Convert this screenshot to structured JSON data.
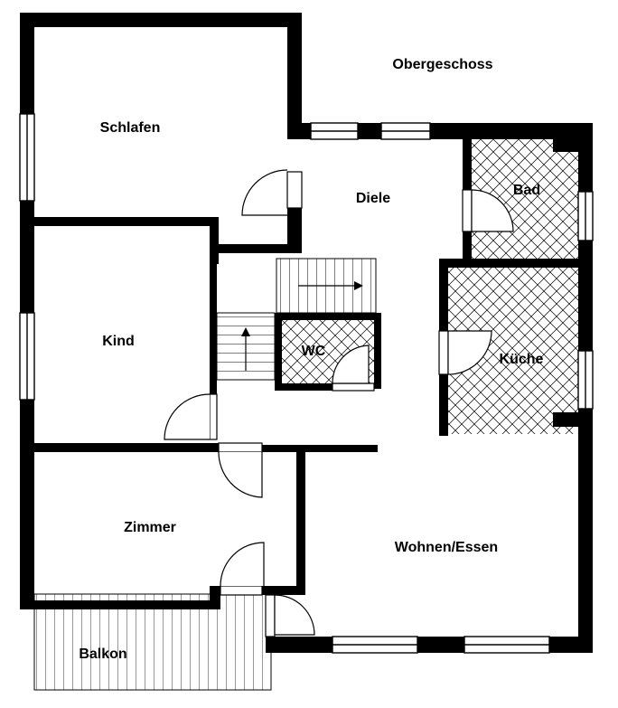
{
  "plan": {
    "title": "Obergeschoss",
    "rooms": {
      "schlafen": "Schlafen",
      "diele": "Diele",
      "bad": "Bad",
      "kind": "Kind",
      "wc": "WC",
      "kueche": "Küche",
      "zimmer": "Zimmer",
      "wohnen": "Wohnen/Essen",
      "balkon": "Balkon"
    }
  }
}
